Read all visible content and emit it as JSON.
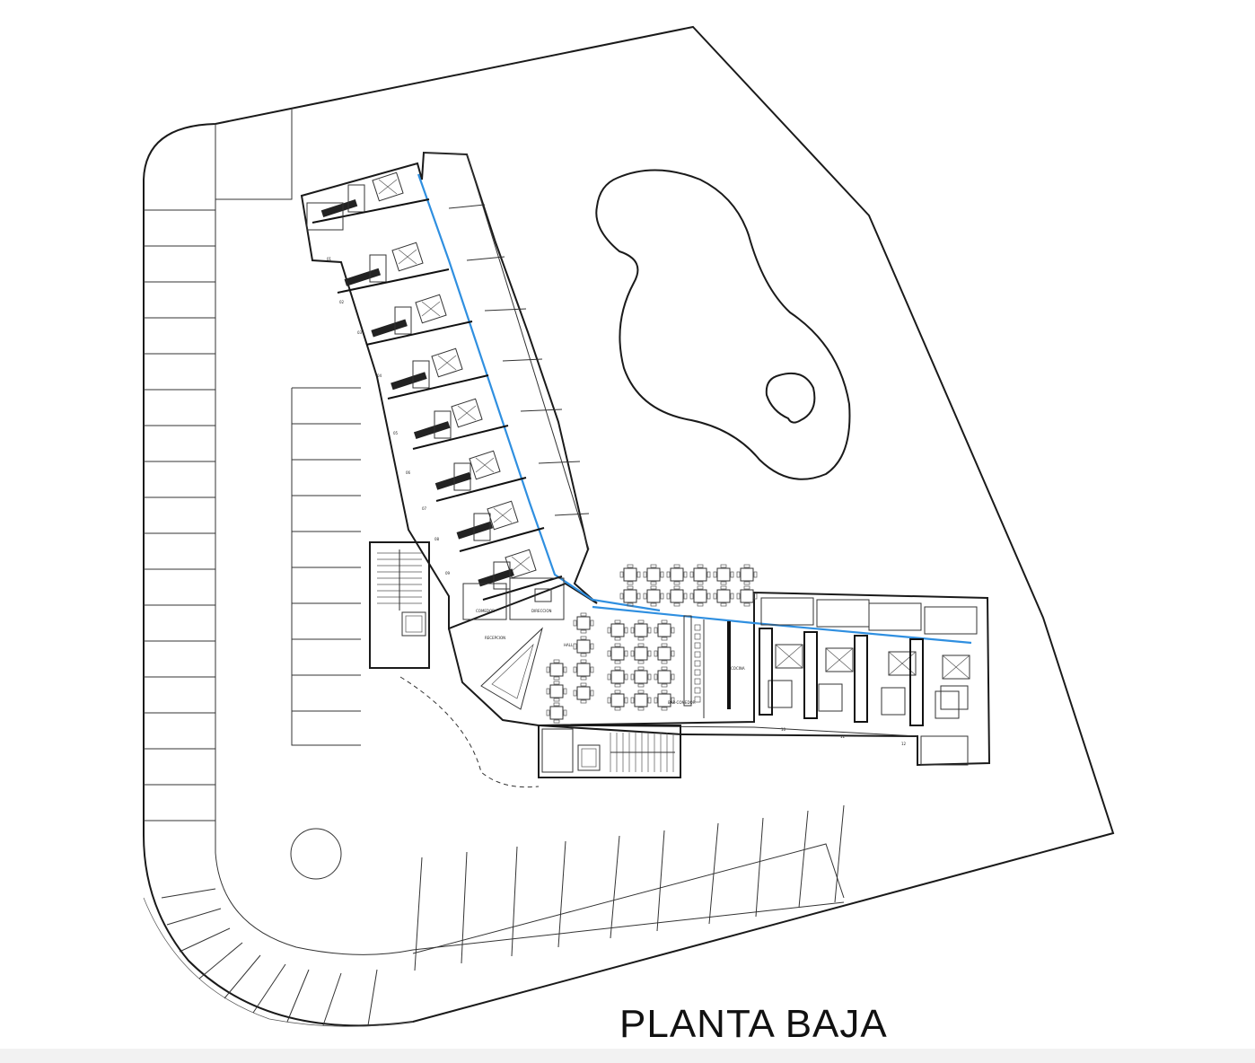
{
  "plan": {
    "title": "PLANTA BAJA",
    "colors": {
      "ink": "#1a1a1a",
      "glass": "#2f8fe0",
      "background": "#ffffff"
    },
    "rooms": {
      "comedor": "COMEDOR",
      "direccion": "DIRECCION",
      "recepcion": "RECEPCION",
      "hall": "HALL",
      "bar_comedor": "BAR-COMEDOR",
      "cocina": "COCINA"
    },
    "unit_labels": [
      "01",
      "02",
      "03",
      "04",
      "05",
      "06",
      "07",
      "08",
      "09",
      "10",
      "11",
      "12"
    ]
  }
}
